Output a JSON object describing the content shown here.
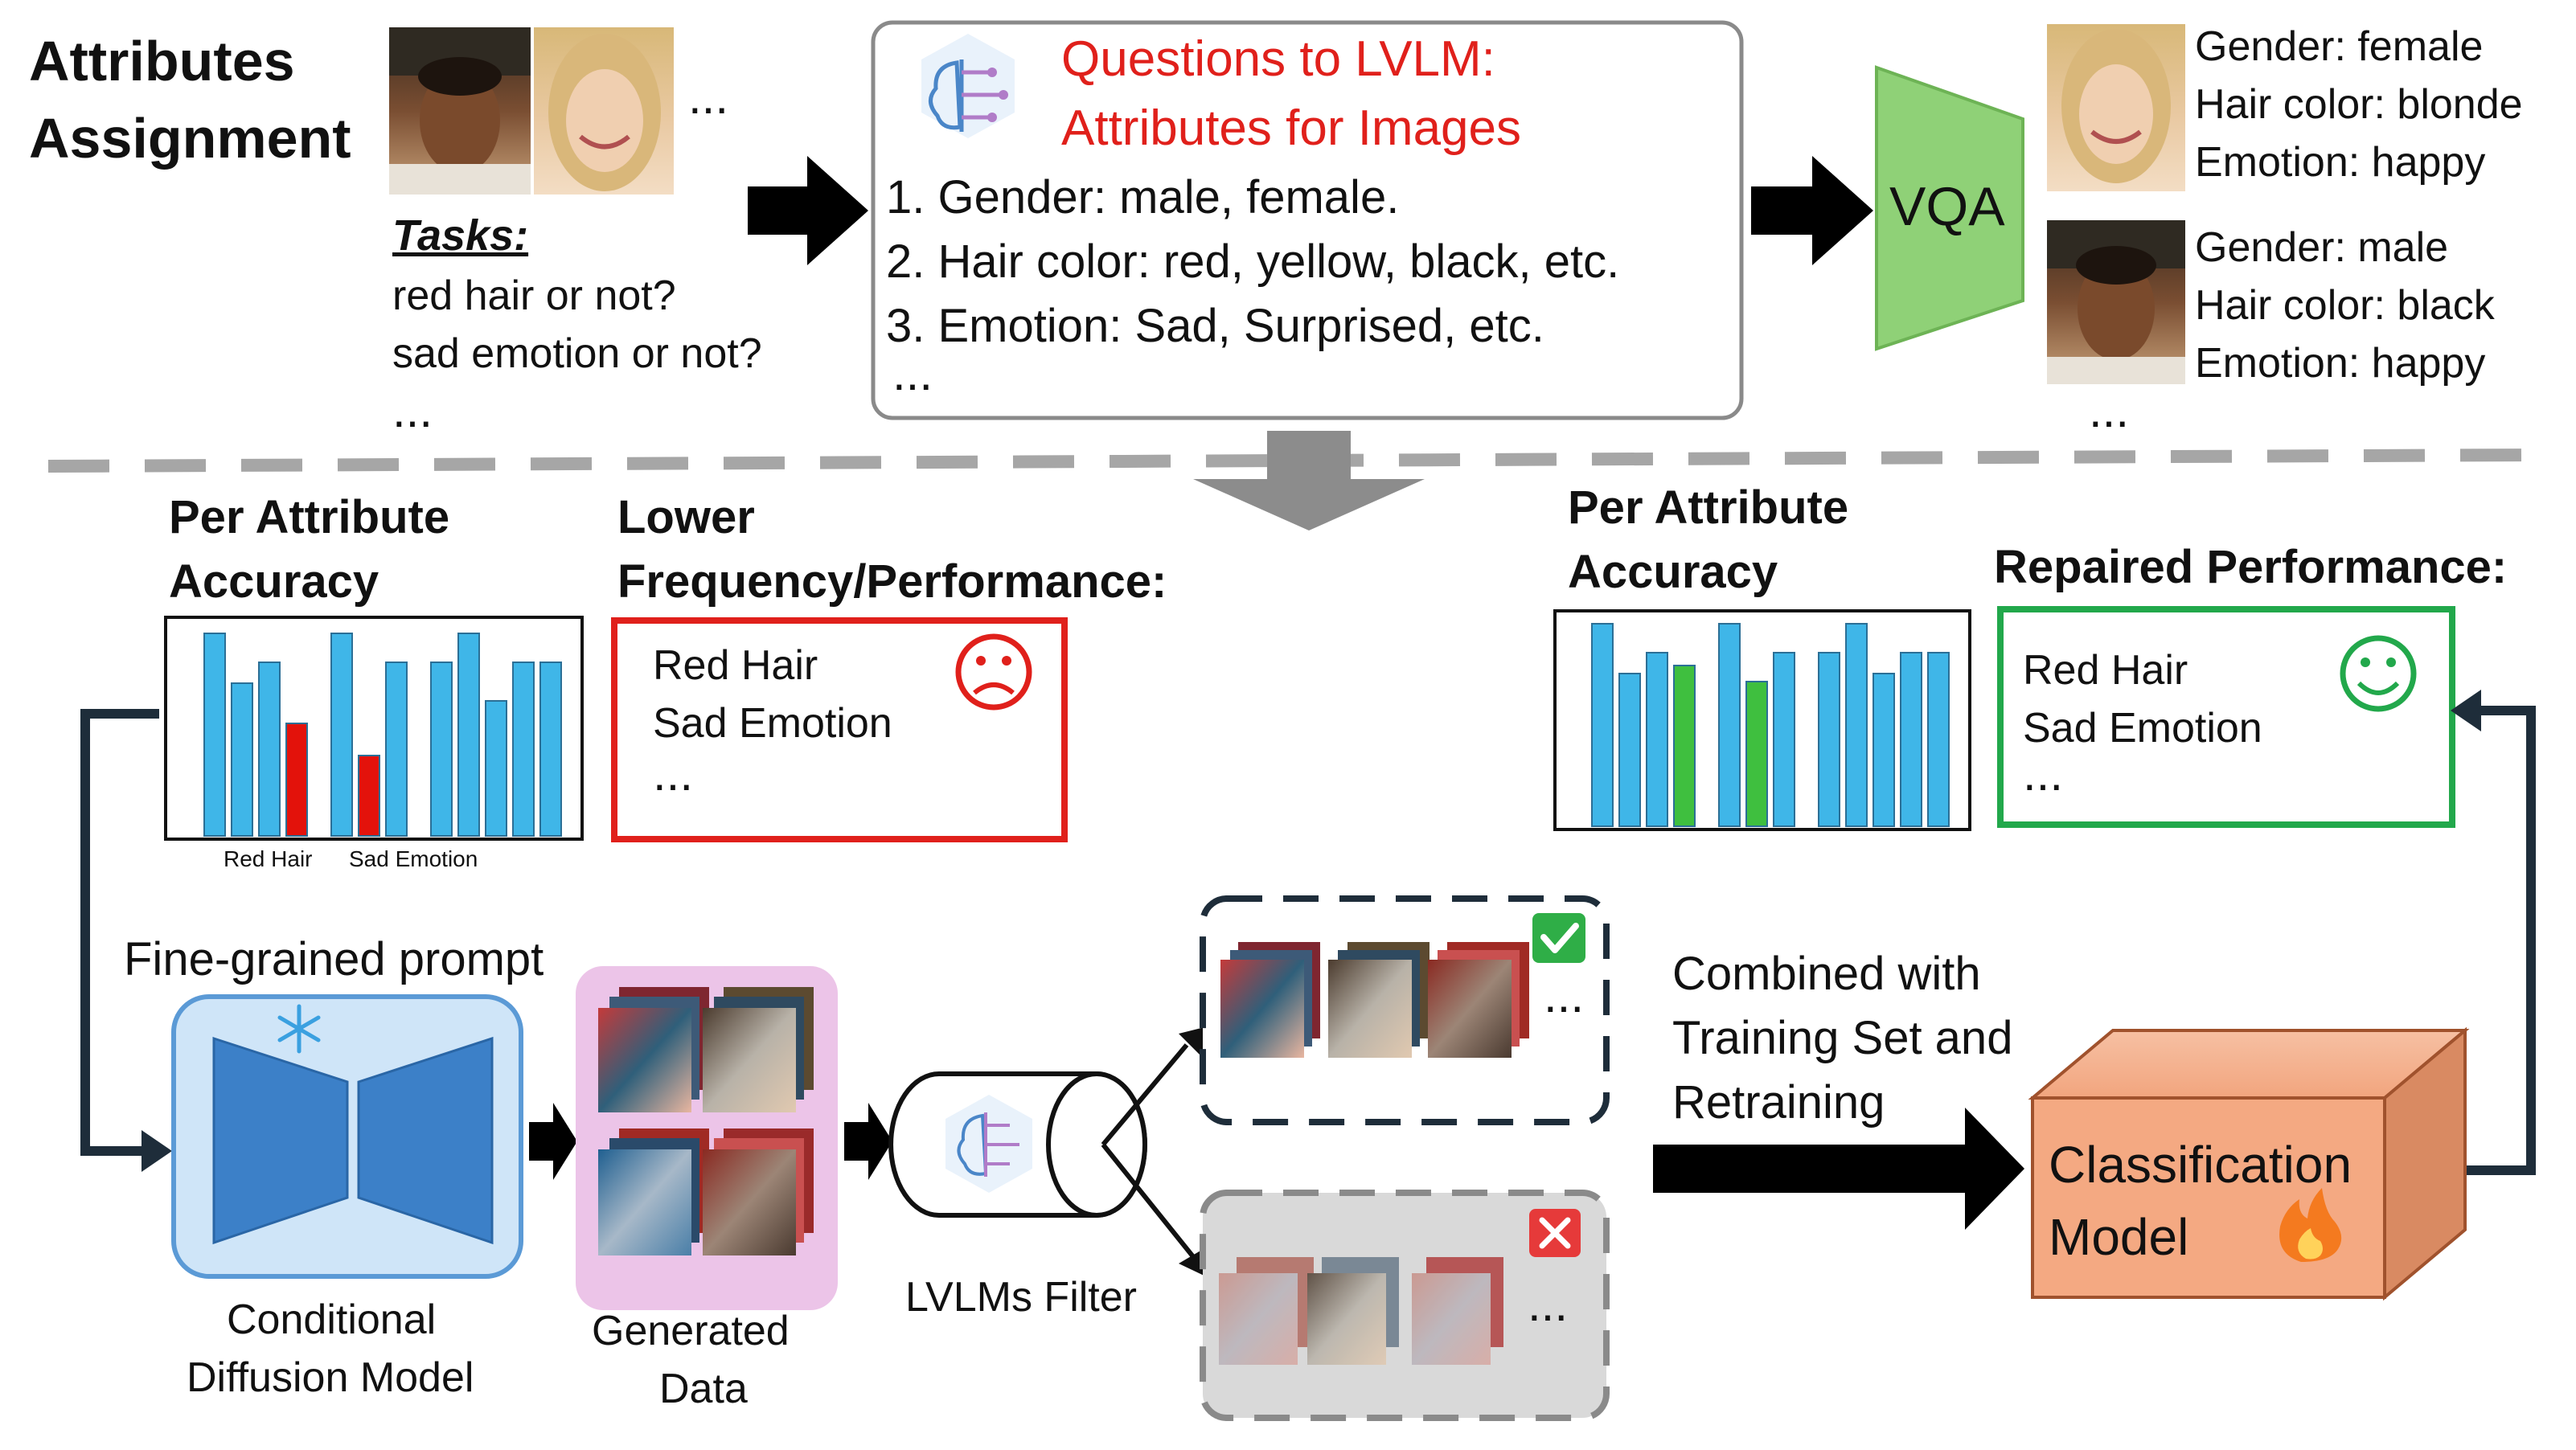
{
  "header": {
    "title_line1": "Attributes",
    "title_line2": "Assignment",
    "faces_ellipsis": "...",
    "tasks_label": "Tasks:",
    "task_1": "red hair or not?",
    "task_2": "sad emotion or not?",
    "tasks_ellipsis": "..."
  },
  "questions_box": {
    "title_line1": "Questions to LVLM:",
    "title_line2": "Attributes for Images",
    "item_1": "1. Gender: male, female.",
    "item_2": "2. Hair color: red, yellow, black, etc.",
    "item_3": "3. Emotion: Sad, Surprised, etc.",
    "ellipsis": "...",
    "title_color": "#e0201b"
  },
  "vqa": {
    "label": "VQA",
    "color": "#8fd177"
  },
  "vqa_results": {
    "person_1": {
      "gender": "Gender: female",
      "hair": "Hair color: blonde",
      "emotion": "Emotion: happy"
    },
    "person_2": {
      "gender": "Gender: male",
      "hair": "Hair color: black",
      "emotion": "Emotion: happy"
    },
    "ellipsis": "..."
  },
  "left_accuracy": {
    "title_line1": "Per Attribute",
    "title_line2": "Accuracy",
    "label_red_hair": "Red Hair",
    "label_sad_emotion": "Sad Emotion"
  },
  "lower_freq": {
    "title_line1": "Lower",
    "title_line2": "Frequency/Performance:",
    "item_1": "Red Hair",
    "item_2": "Sad Emotion",
    "ellipsis": "...",
    "color": "#e0201b"
  },
  "right_accuracy": {
    "title_line1": "Per Attribute",
    "title_line2": "Accuracy"
  },
  "repaired": {
    "title": "Repaired Performance:",
    "item_1": "Red Hair",
    "item_2": "Sad Emotion",
    "ellipsis": "...",
    "color": "#22a84b"
  },
  "pipeline": {
    "prompt_label": "Fine-grained prompt",
    "diffusion_line1": "Conditional",
    "diffusion_line2": "Diffusion Model",
    "generated_line1": "Generated",
    "generated_line2": "Data",
    "filter_label": "LVLMs Filter",
    "accepted_ellipsis": "...",
    "rejected_ellipsis": "...",
    "combined_line1": "Combined with",
    "combined_line2": "Training Set and",
    "combined_line3": "Retraining",
    "model_line1": "Classification",
    "model_line2": "Model"
  },
  "colors": {
    "bar_blue": "#3fb6e8",
    "bar_red": "#e3120b",
    "bar_green": "#3fbf3f",
    "dashed_divider": "#a6a6a6",
    "down_arrow": "#8c8c8c",
    "diffusion_fill": "#cfe5f8",
    "generated_fill": "#ecc4e8",
    "model_fill": "#f4a982",
    "dark_navy": "#1e2d3a"
  }
}
